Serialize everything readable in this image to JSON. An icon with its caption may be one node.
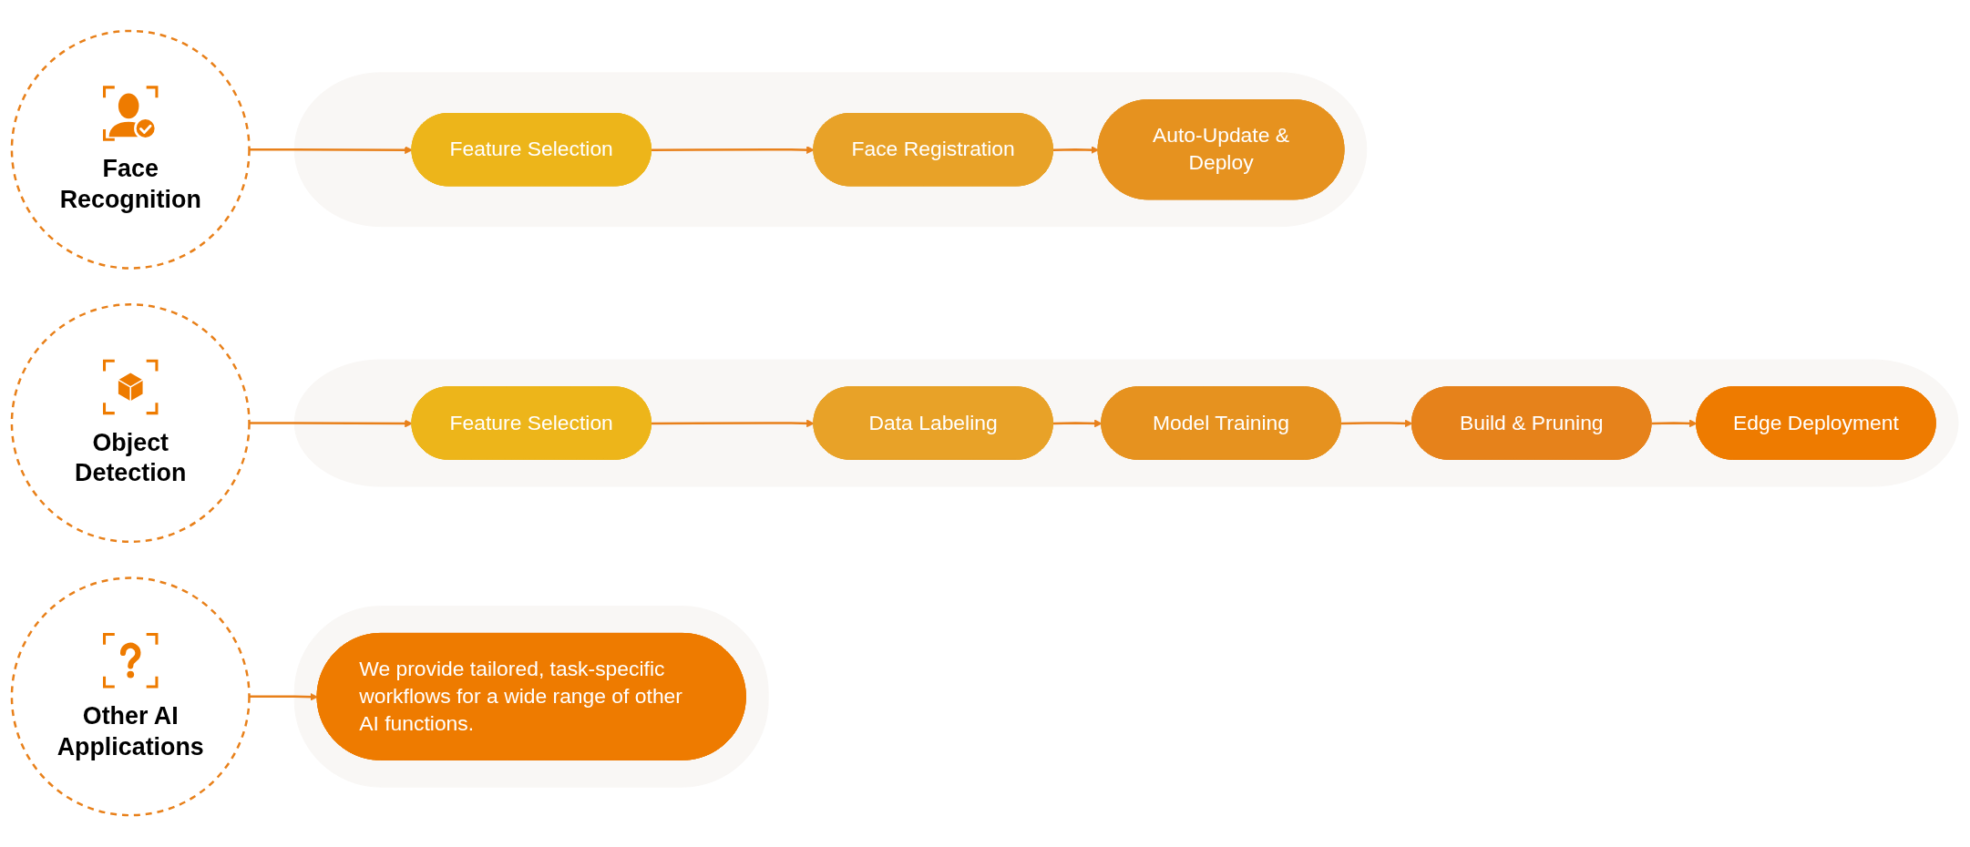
{
  "diagram": {
    "nodes": [
      {
        "text": [
          "Face Recognition"
        ]
      },
      {
        "text": [],
        "shape": "band"
      },
      {
        "text": [
          "Feature Selection"
        ],
        "in": 1
      },
      {
        "text": [
          "Face Registration"
        ],
        "in": 1
      },
      {
        "text": [
          "Auto-Update & Deploy"
        ],
        "in": 1
      },
      {
        "text": [
          "Object Detection"
        ]
      },
      {
        "text": [],
        "shape": "band"
      },
      {
        "text": [
          "Feature Selection"
        ],
        "in": 6
      },
      {
        "text": [
          "Data Labeling"
        ],
        "in": 6
      },
      {
        "text": [
          "Model Training"
        ],
        "in": 6
      },
      {
        "text": [
          "Build & Pruning"
        ],
        "in": 6
      },
      {
        "text": [
          "Edge Deployment"
        ],
        "in": 6
      },
      {
        "text": [
          "Other AI Applications"
        ]
      },
      {
        "text": [],
        "shape": "band"
      },
      {
        "text": [
          "We provide tailored, task-specific workflows for a wide range of other AI functions."
        ],
        "in": 13
      }
    ],
    "edges": [
      {
        "from": 0,
        "to": 2,
        "arrow": "to"
      },
      {
        "from": 2,
        "to": 3,
        "arrow": "to"
      },
      {
        "from": 3,
        "to": 4,
        "arrow": "to"
      },
      {
        "from": 5,
        "to": 7,
        "arrow": "to"
      },
      {
        "from": 7,
        "to": 8,
        "arrow": "to"
      },
      {
        "from": 8,
        "to": 9,
        "arrow": "to"
      },
      {
        "from": 9,
        "to": 10,
        "arrow": "to"
      },
      {
        "from": 10,
        "to": 11,
        "arrow": "to"
      },
      {
        "from": 12,
        "to": 14,
        "arrow": "to"
      }
    ]
  }
}
